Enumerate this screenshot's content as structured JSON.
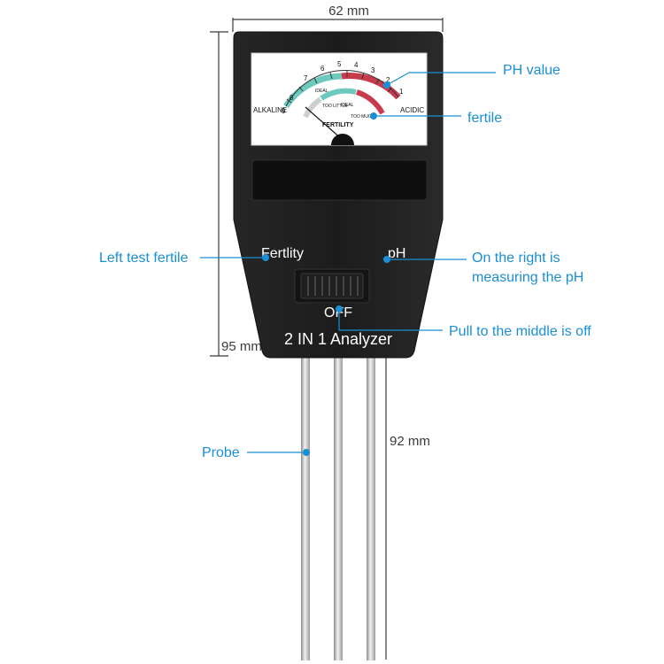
{
  "dimensions": {
    "width": "62 mm",
    "body_height": "95 mm",
    "probe_length": "92 mm"
  },
  "callouts": {
    "ph_value": "PH value",
    "fertile": "fertile",
    "left_test": "Left test fertile",
    "right_line1": "On the right is",
    "right_line2": "measuring the pH",
    "middle_off": "Pull to the middle is off",
    "probe": "Probe"
  },
  "device": {
    "label_fertility": "Fertlity",
    "label_ph": "pH",
    "label_off": "OFF",
    "model": "2 IN 1 Analyzer"
  },
  "dial": {
    "alkaline": "ALKALINE",
    "acidic": "ACIDIC",
    "ph_numbers": [
      "9",
      "8",
      "7",
      "6",
      "5",
      "4",
      "3",
      "2",
      "1"
    ],
    "ideal_ph": "IDEAL",
    "too_little": "TOO LITTLE",
    "ideal_fert": "IDEAL",
    "too_much": "TOO MUCH",
    "fertility": "FERTILITY"
  },
  "colors": {
    "accent": "#1a8fd6",
    "device_body": "#1f1f1f",
    "dial_teal": "#6cc9be",
    "dial_red": "#c93a4d",
    "dim_line": "#3a3a3a"
  }
}
